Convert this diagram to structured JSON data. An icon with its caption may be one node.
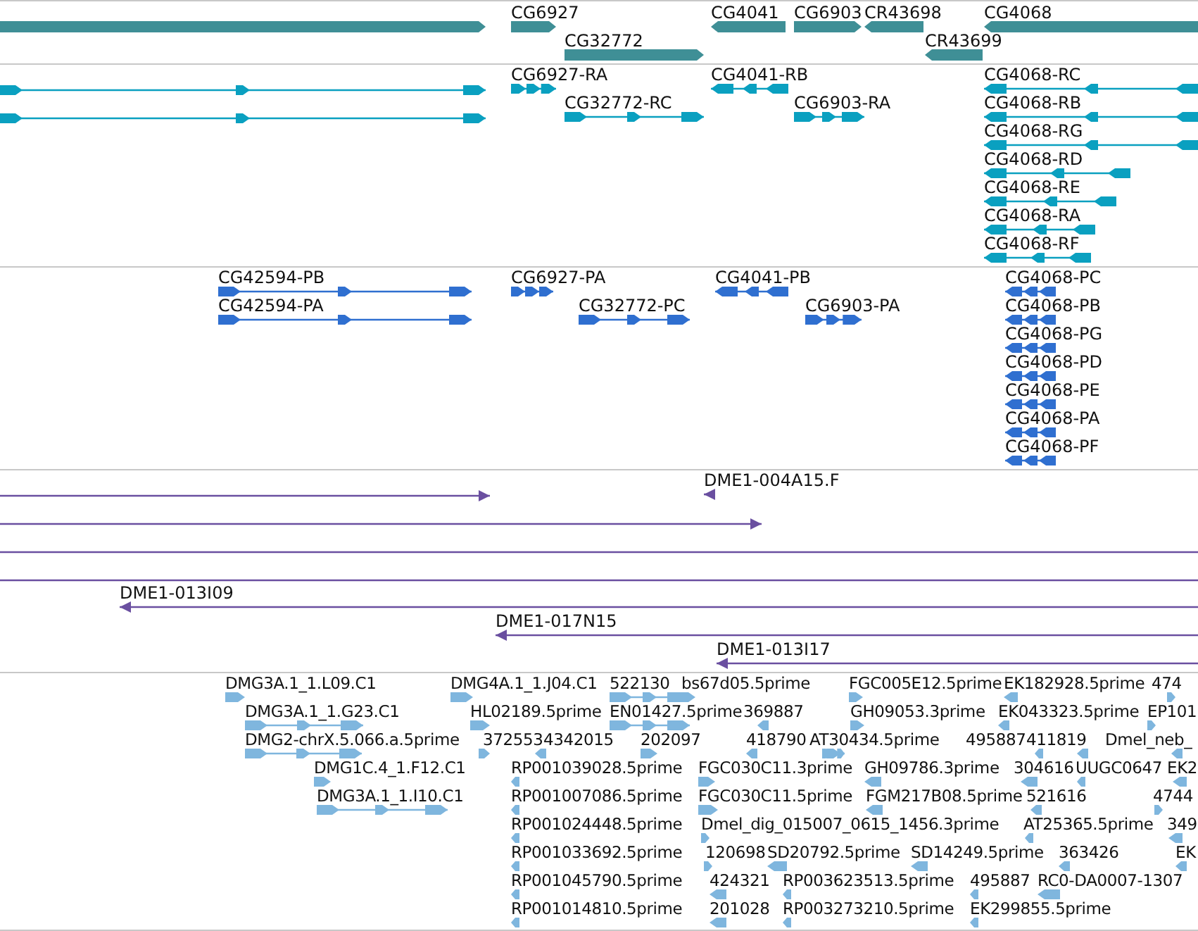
{
  "diagram": {
    "labels": [
      "CG6927",
      "CG4041",
      "CG6903",
      "CR43698",
      "CG4068",
      "CG32772",
      "CR43699",
      "CG6927-RA",
      "CG4041-RB",
      "CG4068-RC",
      "CG32772-RC",
      "CG6903-RA",
      "CG4068-RB",
      "CG4068-RG",
      "CG4068-RD",
      "CG4068-RE",
      "CG4068-RA",
      "CG4068-RF",
      "CG42594-PB",
      "CG6927-PA",
      "CG4041-PB",
      "CG4068-PC",
      "CG42594-PA",
      "CG32772-PC",
      "CG6903-PA",
      "CG4068-PB",
      "CG4068-PG",
      "CG4068-PD",
      "CG4068-PE",
      "CG4068-PA",
      "CG4068-PF",
      "DME1-004A15.F",
      "DME1-013I09",
      "DME1-017N15",
      "DME1-013I17",
      "DMG3A.1_1.L09.C1",
      "DMG4A.1_1.J04.C1",
      "522130",
      "bs67d05.5prime",
      "FGC005E12.5prime",
      "EK182928.5prime",
      "474",
      "DMG3A.1_1.G23.C1",
      "HL02189.5prime",
      "EN01427.5prime",
      "369887",
      "GH09053.3prime",
      "EK043323.5prime",
      "EP101",
      "DMG2-chrX.5.066.a.5prime",
      "372553",
      "4342015",
      "202097",
      "418790",
      "AT30434.5prime",
      "495887",
      "411819",
      "Dmel_neb_",
      "DMG1C.4_1.F12.C1",
      "RP001039028.5prime",
      "FGC030C11.3prime",
      "GH09786.3prime",
      "304616",
      "UUGC0647",
      "EK2",
      "DMG3A.1_1.I10.C1",
      "RP001007086.5prime",
      "FGC030C11.5prime",
      "FGM217B08.5prime",
      "521616",
      "4744",
      "RP001024448.5prime",
      "Dmel_dig_015007_0615_1456.3prime",
      "AT25365.5prime",
      "349",
      "RP001033692.5prime",
      "120698",
      "SD20792.5prime",
      "SD14249.5prime",
      "363426",
      "EK",
      "RP001045790.5prime",
      "424321",
      "RP003623513.5prime",
      "495887",
      "RC0-DA0007-1307",
      "RP001014810.5prime",
      "201028",
      "RP003273210.5prime",
      "EK299855.5prime"
    ]
  }
}
